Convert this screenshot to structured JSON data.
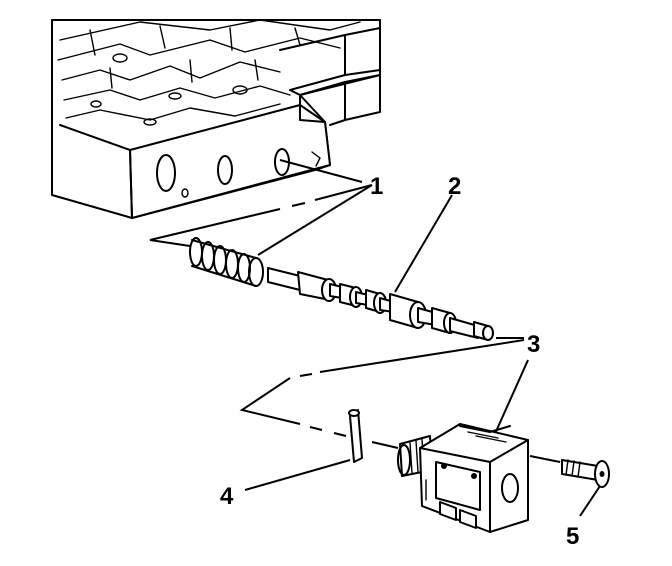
{
  "callouts": [
    {
      "id": "1",
      "label": "1"
    },
    {
      "id": "2",
      "label": "2"
    },
    {
      "id": "3",
      "label": "3"
    },
    {
      "id": "4",
      "label": "4"
    },
    {
      "id": "5",
      "label": "5"
    }
  ],
  "colors": {
    "ink": "#000000",
    "paper": "#ffffff"
  },
  "icons": [
    "valve-body-icon",
    "spring-icon",
    "valve-spool-icon",
    "solenoid-icon",
    "pin-icon",
    "bolt-icon"
  ]
}
